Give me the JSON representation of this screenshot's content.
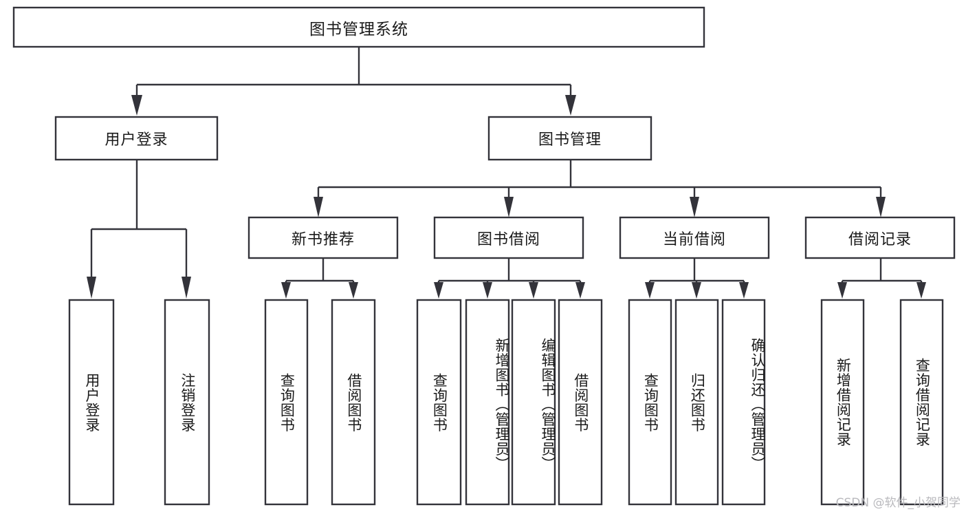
{
  "diagram": {
    "title": "图书管理系统",
    "type": "tree",
    "watermark": "CSDN @软件_小贺同学",
    "colors": {
      "box_stroke": "#33333a",
      "box_fill": "#ffffff",
      "connector": "#33333a",
      "text": "#1a1a1a",
      "watermark": "#b9b9bd",
      "background": "#ffffff"
    },
    "root": {
      "label": "图书管理系统"
    },
    "level2": [
      {
        "id": "user-login",
        "label": "用户登录"
      },
      {
        "id": "book-manage",
        "label": "图书管理"
      }
    ],
    "level3": [
      {
        "id": "new-book-recommend",
        "label": "新书推荐",
        "parent": "book-manage"
      },
      {
        "id": "book-borrow",
        "label": "图书借阅",
        "parent": "book-manage"
      },
      {
        "id": "current-borrow",
        "label": "当前借阅",
        "parent": "book-manage"
      },
      {
        "id": "borrow-record",
        "label": "借阅记录",
        "parent": "book-manage"
      }
    ],
    "leaves": [
      {
        "id": "leaf-user-login",
        "label": "用户登录",
        "parent": "user-login"
      },
      {
        "id": "leaf-logout",
        "label": "注销登录",
        "parent": "user-login"
      },
      {
        "id": "leaf-query-book-1",
        "label": "查询图书",
        "parent": "new-book-recommend"
      },
      {
        "id": "leaf-borrow-book-1",
        "label": "借阅图书",
        "parent": "new-book-recommend"
      },
      {
        "id": "leaf-query-book-2",
        "label": "查询图书",
        "parent": "book-borrow"
      },
      {
        "id": "leaf-add-book",
        "label": "新增图书（管理员）",
        "parent": "book-borrow"
      },
      {
        "id": "leaf-edit-book",
        "label": "编辑图书（管理员）",
        "parent": "book-borrow"
      },
      {
        "id": "leaf-borrow-book-2",
        "label": "借阅图书",
        "parent": "book-borrow"
      },
      {
        "id": "leaf-query-book-3",
        "label": "查询图书",
        "parent": "current-borrow"
      },
      {
        "id": "leaf-return-book",
        "label": "归还图书",
        "parent": "current-borrow"
      },
      {
        "id": "leaf-confirm-return",
        "label": "确认归还（管理员）",
        "parent": "current-borrow"
      },
      {
        "id": "leaf-add-record",
        "label": "新增借阅记录",
        "parent": "borrow-record"
      },
      {
        "id": "leaf-query-record",
        "label": "查询借阅记录",
        "parent": "borrow-record"
      }
    ]
  }
}
